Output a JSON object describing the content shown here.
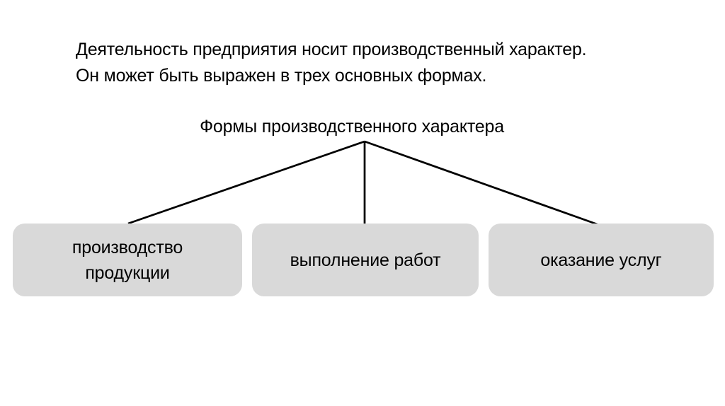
{
  "slide": {
    "intro": {
      "lines": [
        "Деятельность предприятия носит производственный характер.",
        "Он может быть выражен в трех основных формах."
      ]
    },
    "diagram": {
      "title": "Формы производственного характера",
      "nodes": [
        {
          "label": "производство\nпродукции"
        },
        {
          "label": "выполнение работ"
        },
        {
          "label": "оказание услуг"
        }
      ]
    },
    "colors": {
      "background": "#ffffff",
      "node_fill": "#d9d9d9",
      "connector_line": "#000000",
      "text": "#000000"
    }
  }
}
